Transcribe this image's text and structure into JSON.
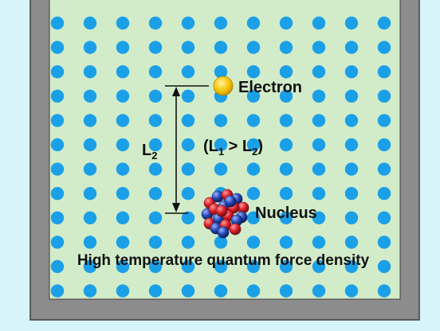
{
  "labels": {
    "electron": "Electron",
    "nucleus": "Nucleus",
    "distance": "L",
    "distance_sub": "2",
    "relation_open": "(L",
    "relation_sub1": "1",
    "relation_mid": " > L",
    "relation_sub2": "2",
    "relation_close": ")",
    "caption": "High temperature quantum force density"
  },
  "colors": {
    "background": "#d8f4fb",
    "wall": "#8c8c8c",
    "wall_outline": "#3c3c3c",
    "chamber": "#d2ecc9",
    "density_dot": "#1ba0e8",
    "electron": "#f5c400",
    "proton": "#d81e28",
    "neutron": "#2346b4",
    "arrow": "#111111"
  },
  "lattice": {
    "columns": 11,
    "rows": 12
  }
}
